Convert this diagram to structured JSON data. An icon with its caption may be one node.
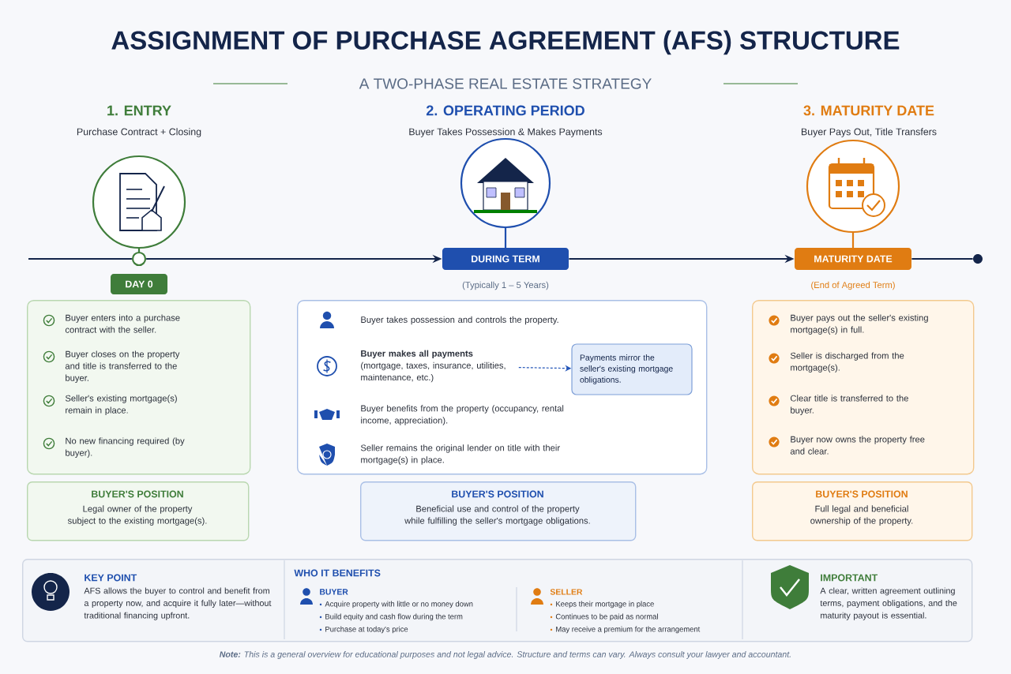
{
  "diagram": {
    "title": "ASSIGNMENT OF PURCHASE AGREEMENT (AFS) STRUCTURE",
    "caption": "**Note:** This is a general overview for educational purposes and not legal advice. Structure and terms can vary. Always consult your lawyer and accountant.",
    "nodes": [
      {
        "text": [],
        "shape": "circle"
      },
      {
        "text": [
          "DAY 0"
        ]
      },
      {
        "text": [
          "DURING TERM"
        ],
        "beside": [
          "(Typically 1 – 5 Years)"
        ]
      },
      {
        "text": [
          "MATURITY DATE"
        ],
        "beside": [
          "(End of Agreed Term)"
        ]
      },
      {
        "text": [],
        "shape": "circle"
      },
      {
        "text": [
          "Buyer enters into a purchase contract with the seller.",
          "Buyer closes on the property and title is transferred to the buyer.",
          "Seller's existing mortgage(s) remain in place.",
          "No new financing required (by buyer)."
        ]
      },
      {
        "text": [
          "BUYER'S POSITION",
          "Legal owner of the property subject to the existing mortgage(s)."
        ]
      },
      {
        "text": [],
        "shape": "box"
      },
      {
        "text": [
          "Buyer takes possession and controls the property."
        ],
        "in": 7
      },
      {
        "text": [
          "Buyer makes all payments",
          "(mortgage, taxes, insurance, utilities, maintenance, etc.)"
        ],
        "in": 7
      },
      {
        "text": [
          "Buyer benefits from the property (occupancy, rental income, appreciation)."
        ],
        "in": 7
      },
      {
        "text": [
          "Seller remains the original lender on title with their mortgage(s) in place."
        ],
        "in": 7
      },
      {
        "text": [
          "Payments mirror the seller's existing mortgage obligations."
        ],
        "in": 7
      },
      {
        "text": [
          "BUYER'S POSITION",
          "Beneficial use and control of the property while fulfilling the seller's mortgage obligations."
        ]
      },
      {
        "text": [
          "Buyer pays out the seller's existing mortgage(s) in full.",
          "Seller is discharged from the mortgage(s).",
          "Clear title is transferred to the buyer.",
          "Buyer now owns the property free and clear."
        ]
      },
      {
        "text": [
          "BUYER'S POSITION",
          "Full legal and beneficial ownership of the property."
        ]
      },
      {
        "text": [],
        "shape": "box"
      },
      {
        "text": [
          "KEY POINT",
          "AFS allows the buyer to control and benefit from a property now, and acquire it fully later—without traditional financing upfront."
        ],
        "in": 16
      },
      {
        "text": [
          "WHO IT BENEFITS",
          "BUYER",
          "Acquire property with little or no money down",
          "Build equity and cash flow during the term",
          "Purchase at today's price",
          "SELLER",
          "Keeps their mortgage in place",
          "Continues to be paid as normal",
          "May receive a premium for the arrangement"
        ],
        "in": 16
      },
      {
        "text": [
          "IMPORTANT",
          "A clear, written agreement outlining terms, payment obligations, and the maturity payout is essential."
        ],
        "in": 16
      }
    ],
    "edges": [
      {
        "from": null,
        "to": 0,
        "arrow": "none"
      },
      {
        "from": 0,
        "to": 2,
        "arrow": "to"
      },
      {
        "from": 2,
        "to": 3,
        "arrow": "to"
      },
      {
        "from": 3,
        "to": 4,
        "arrow": "none"
      },
      {
        "from": 9,
        "to": 12,
        "arrow": "to",
        "style": "dashed",
        "color": "#2456b8"
      }
    ],
    "labels": [
      "A TWO-PHASE REAL ESTATE STRATEGY",
      "1. ENTRY",
      "Purchase Contract + Closing",
      "2. OPERATING PERIOD",
      "Buyer Takes Possession & Makes Payments",
      "3. MATURITY DATE",
      "Buyer Pays Out, Title Transfers"
    ]
  }
}
